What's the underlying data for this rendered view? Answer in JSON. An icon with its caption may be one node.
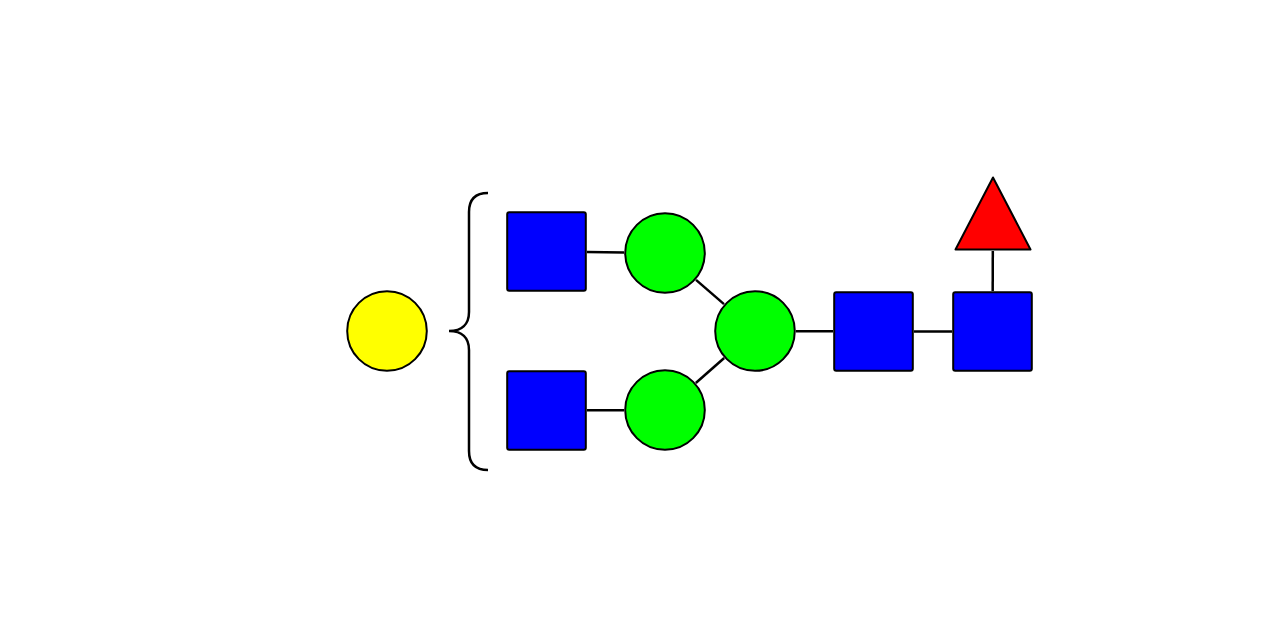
{
  "diagram": {
    "nodes": [
      {
        "text": [],
        "shape": "circle"
      },
      {
        "text": [],
        "shape": "square"
      },
      {
        "text": [],
        "shape": "square"
      },
      {
        "text": [],
        "shape": "circle"
      },
      {
        "text": [],
        "shape": "circle"
      },
      {
        "text": [],
        "shape": "circle"
      },
      {
        "text": [],
        "shape": "square"
      },
      {
        "text": [],
        "shape": "triangle"
      },
      {
        "text": [],
        "shape": "square"
      }
    ],
    "edges": [
      {
        "from": 1,
        "to": 3,
        "arrow": "none"
      },
      {
        "from": 2,
        "to": 4,
        "arrow": "none"
      },
      {
        "from": 3,
        "to": 5,
        "arrow": "none"
      },
      {
        "from": 4,
        "to": 5,
        "arrow": "none"
      },
      {
        "from": 5,
        "to": 6,
        "arrow": "none"
      },
      {
        "from": 6,
        "to": 8,
        "arrow": "none"
      },
      {
        "from": 7,
        "to": 8,
        "arrow": "none"
      }
    ]
  }
}
